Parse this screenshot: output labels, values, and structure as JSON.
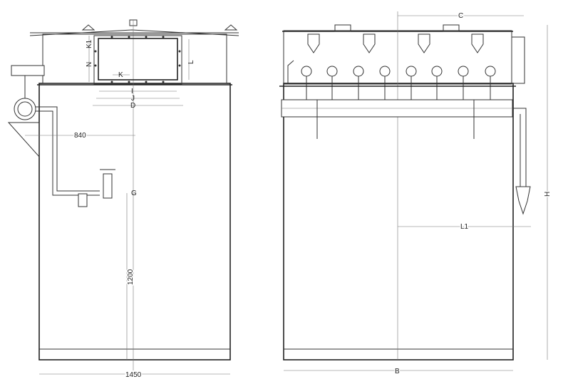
{
  "drawing": {
    "side_view": {
      "labels": {
        "k1": "K1",
        "n": "N",
        "l": "L",
        "k": "K",
        "i": "I",
        "j": "J",
        "d": "D",
        "g": "G"
      },
      "dimensions": {
        "pipe_offset": "840",
        "inlet_height": "1200",
        "width": "1450"
      }
    },
    "front_view": {
      "labels": {
        "c": "C",
        "h": "H",
        "l1": "L1",
        "b": "B"
      }
    }
  }
}
